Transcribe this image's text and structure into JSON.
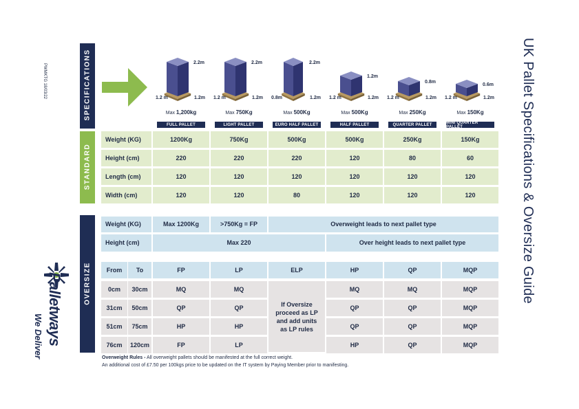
{
  "document": {
    "title": "UK Pallet Specifications & Oversize Guide",
    "reference": "PWMKTG 18/03/22"
  },
  "brand": {
    "name": "Palletways",
    "tagline": "We Deliver",
    "colors": {
      "navy": "#1f2d54",
      "green": "#8dbb4e",
      "light_blue": "#cfe3ee",
      "light_green": "#e2eccd",
      "grey": "#e6e3e3"
    }
  },
  "sections": {
    "specifications": "SPECIFICATIONS",
    "standard": "STANDARD",
    "oversize": "OVERSIZE"
  },
  "pallets": [
    {
      "name": "FULL PALLET",
      "max_prefix": "Max",
      "max_weight": "1,200kg",
      "height": "2.2m",
      "length": "1.2 m",
      "width": "1.2m",
      "box_height": 0.88
    },
    {
      "name": "LIGHT PALLET",
      "max_prefix": "Max",
      "max_weight": "750Kg",
      "height": "2.2m",
      "length": "1.2 m",
      "width": "1.2m",
      "box_height": 0.88
    },
    {
      "name": "EURO HALF PALLET",
      "max_prefix": "Max",
      "max_weight": "500Kg",
      "height": "2.2m",
      "length": "0.8m",
      "width": "1.2m",
      "box_height": 0.88
    },
    {
      "name": "HALF PALLET",
      "max_prefix": "Max",
      "max_weight": "500Kg",
      "height": "1.2m",
      "length": "1.2 m",
      "width": "1.2m",
      "box_height": 0.48
    },
    {
      "name": "QUARTER PALLET",
      "max_prefix": "Max",
      "max_weight": "250Kg",
      "height": "0.8m",
      "length": "1.2 m",
      "width": "1.2m",
      "box_height": 0.32
    },
    {
      "name": "MINI QUARTER PALLET",
      "max_prefix": "Max",
      "max_weight": "150Kg",
      "height": "0.6m",
      "length": "1.2 m",
      "width": "1.2m",
      "box_height": 0.24
    }
  ],
  "standard_table": {
    "rows": [
      {
        "label": "Weight (KG)",
        "values": [
          "1200Kg",
          "750Kg",
          "500Kg",
          "500Kg",
          "250Kg",
          "150Kg"
        ]
      },
      {
        "label": "Height (cm)",
        "values": [
          "220",
          "220",
          "220",
          "120",
          "80",
          "60"
        ]
      },
      {
        "label": "Length (cm)",
        "values": [
          "120",
          "120",
          "120",
          "120",
          "120",
          "120"
        ]
      },
      {
        "label": "Width (cm)",
        "values": [
          "120",
          "120",
          "80",
          "120",
          "120",
          "120"
        ]
      }
    ]
  },
  "oversize_rules": {
    "weight": {
      "label": "Weight (KG)",
      "max": "Max 1200Kg",
      "threshold": "&gt;750Kg = FP",
      "note": "Overweight leads to next pallet type"
    },
    "height": {
      "label": "Height (cm)",
      "max": "Max 220",
      "note": "Over height leads to next pallet type"
    }
  },
  "oversize_table": {
    "headers": [
      "From",
      "To",
      "FP",
      "LP",
      "ELP",
      "HP",
      "QP",
      "MQP"
    ],
    "rows": [
      {
        "from": "0cm",
        "to": "30cm",
        "fp": "MQ",
        "lp": "MQ",
        "hp": "MQ",
        "qp": "MQ",
        "mqp": "MQP"
      },
      {
        "from": "31cm",
        "to": "50cm",
        "fp": "QP",
        "lp": "QP",
        "hp": "QP",
        "qp": "QP",
        "mqp": "MQP"
      },
      {
        "from": "51cm",
        "to": "75cm",
        "fp": "HP",
        "lp": "HP",
        "hp": "QP",
        "qp": "QP",
        "mqp": "MQP"
      },
      {
        "from": "76cm",
        "to": "120cm",
        "fp": "FP",
        "lp": "LP",
        "hp": "HP",
        "qp": "QP",
        "mqp": "MQP"
      }
    ],
    "elp_note": "If Oversize proceed as LP and add units as LP rules"
  },
  "footer": {
    "rules_label": "Overweight Rules -",
    "rules_text": " All overweight pallets should be manifested at the full correct weight.",
    "cost_text": "An additional cost of £7.50 per 100kgs  price to be  updated on the IT system by Paying Member prior to manifesting."
  }
}
